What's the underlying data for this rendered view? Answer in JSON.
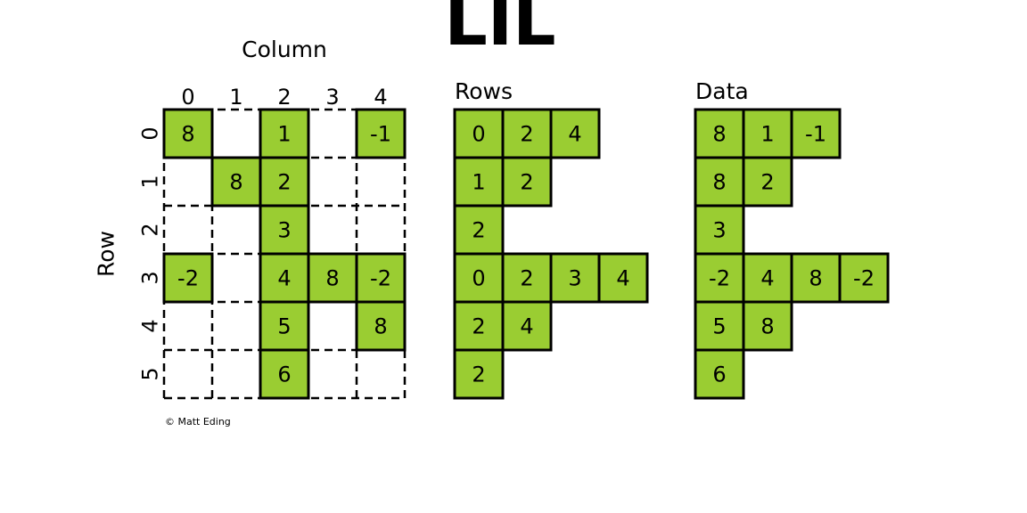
{
  "title": "LIL",
  "copyright": "© Matt Eding",
  "colors": {
    "cell_fill": "#9ACD32",
    "grid_line": "#000000",
    "text": "#000000",
    "background": "#ffffff"
  },
  "matrix": {
    "xlabel": "Column",
    "ylabel": "Row",
    "col_labels": [
      "0",
      "1",
      "2",
      "3",
      "4"
    ],
    "row_labels": [
      "0",
      "1",
      "2",
      "3",
      "4",
      "5"
    ],
    "cells": [
      {
        "row": 0,
        "col": 0,
        "value": "8"
      },
      {
        "row": 0,
        "col": 2,
        "value": "1"
      },
      {
        "row": 0,
        "col": 4,
        "value": "-1"
      },
      {
        "row": 1,
        "col": 1,
        "value": "8"
      },
      {
        "row": 1,
        "col": 2,
        "value": "2"
      },
      {
        "row": 2,
        "col": 2,
        "value": "3"
      },
      {
        "row": 3,
        "col": 0,
        "value": "-2"
      },
      {
        "row": 3,
        "col": 2,
        "value": "4"
      },
      {
        "row": 3,
        "col": 3,
        "value": "8"
      },
      {
        "row": 3,
        "col": 4,
        "value": "-2"
      },
      {
        "row": 4,
        "col": 2,
        "value": "5"
      },
      {
        "row": 4,
        "col": 4,
        "value": "8"
      },
      {
        "row": 5,
        "col": 2,
        "value": "6"
      }
    ]
  },
  "rows_list": {
    "title": "Rows",
    "rows": [
      [
        "0",
        "2",
        "4"
      ],
      [
        "1",
        "2"
      ],
      [
        "2"
      ],
      [
        "0",
        "2",
        "3",
        "4"
      ],
      [
        "2",
        "4"
      ],
      [
        "2"
      ]
    ]
  },
  "data_list": {
    "title": "Data",
    "rows": [
      [
        "8",
        "1",
        "-1"
      ],
      [
        "8",
        "2"
      ],
      [
        "3"
      ],
      [
        "-2",
        "4",
        "8",
        "-2"
      ],
      [
        "5",
        "8"
      ],
      [
        "6"
      ]
    ]
  }
}
